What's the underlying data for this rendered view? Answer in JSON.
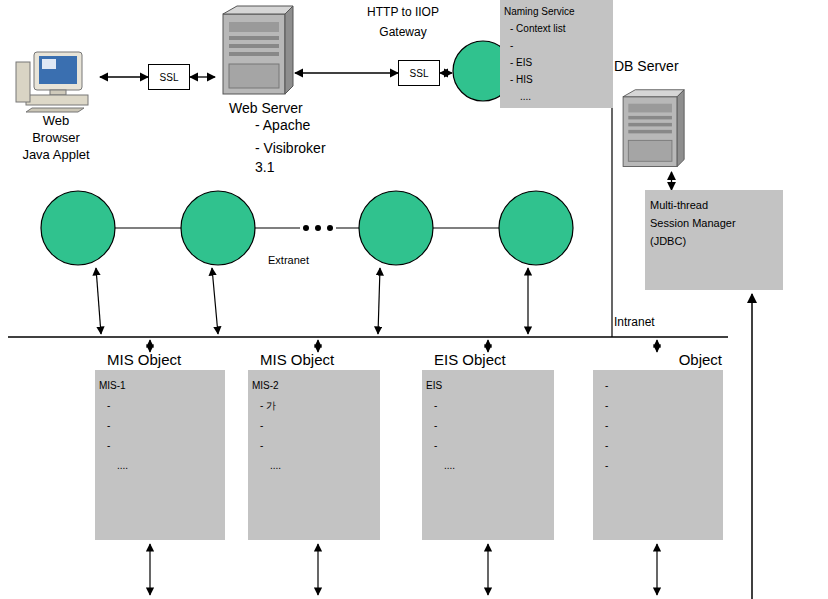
{
  "diagram": {
    "nodes": [
      {
        "text": [
          "Web Browser Java Applet"
        ]
      },
      {
        "text": [
          "SSL"
        ]
      },
      {
        "text": [
          "Web Server",
          "- Apache",
          "- Visibroker 3.1"
        ]
      },
      {
        "text": [
          "SSL"
        ]
      },
      {
        "text": [
          "HTTP to IIOP Gateway"
        ]
      },
      {
        "text": [
          "Naming Service",
          "- Context list",
          "-",
          "- EIS",
          "- HIS",
          "...."
        ]
      },
      {
        "text": [
          "DB Server"
        ]
      },
      {
        "text": [
          "Multi-thread Session Manager (JDBC)"
        ]
      },
      {
        "text": [
          "MIS Object",
          "MIS-1",
          "-",
          "-",
          "-",
          "...."
        ]
      },
      {
        "text": [
          "MIS Object",
          "MIS-2",
          "- 가",
          "-",
          "-",
          "...."
        ]
      },
      {
        "text": [
          "EIS Object",
          "EIS",
          "-",
          "-",
          "-",
          "...."
        ]
      },
      {
        "text": [
          "Object",
          "-",
          "-",
          "-",
          "-",
          "-"
        ]
      }
    ],
    "edges": [
      {
        "from": 0,
        "to": 1,
        "arrow": "both"
      },
      {
        "from": 1,
        "to": 2,
        "arrow": "both"
      },
      {
        "from": 2,
        "to": 3,
        "arrow": "both"
      },
      {
        "from": 3,
        "to": 4,
        "arrow": "both"
      },
      {
        "from": 6,
        "to": 7,
        "arrow": "both"
      }
    ],
    "labels": [
      "Extranet",
      "Intranet"
    ]
  }
}
